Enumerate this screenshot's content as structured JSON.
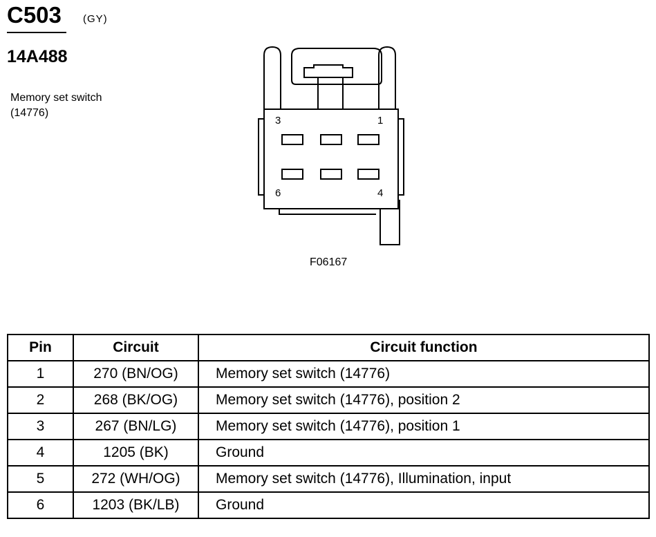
{
  "header": {
    "connector_id": "C503",
    "connector_color": "(GY)",
    "part_number": "14A488",
    "component_line1": "Memory set switch",
    "component_line2": "(14776)"
  },
  "figure": {
    "id": "F06167",
    "pin_labels": {
      "p3": "3",
      "p1": "1",
      "p6": "6",
      "p4": "4"
    }
  },
  "table": {
    "headers": {
      "pin": "Pin",
      "circuit": "Circuit",
      "function": "Circuit function"
    },
    "rows": [
      {
        "pin": "1",
        "circuit": "270 (BN/OG)",
        "function": "Memory set switch (14776)"
      },
      {
        "pin": "2",
        "circuit": "268 (BK/OG)",
        "function": "Memory set switch (14776), position 2"
      },
      {
        "pin": "3",
        "circuit": "267 (BN/LG)",
        "function": "Memory set switch (14776), position 1"
      },
      {
        "pin": "4",
        "circuit": "1205 (BK)",
        "function": "Ground"
      },
      {
        "pin": "5",
        "circuit": "272 (WH/OG)",
        "function": "Memory set switch (14776), Illumination, input"
      },
      {
        "pin": "6",
        "circuit": "1203 (BK/LB)",
        "function": "Ground"
      }
    ]
  }
}
